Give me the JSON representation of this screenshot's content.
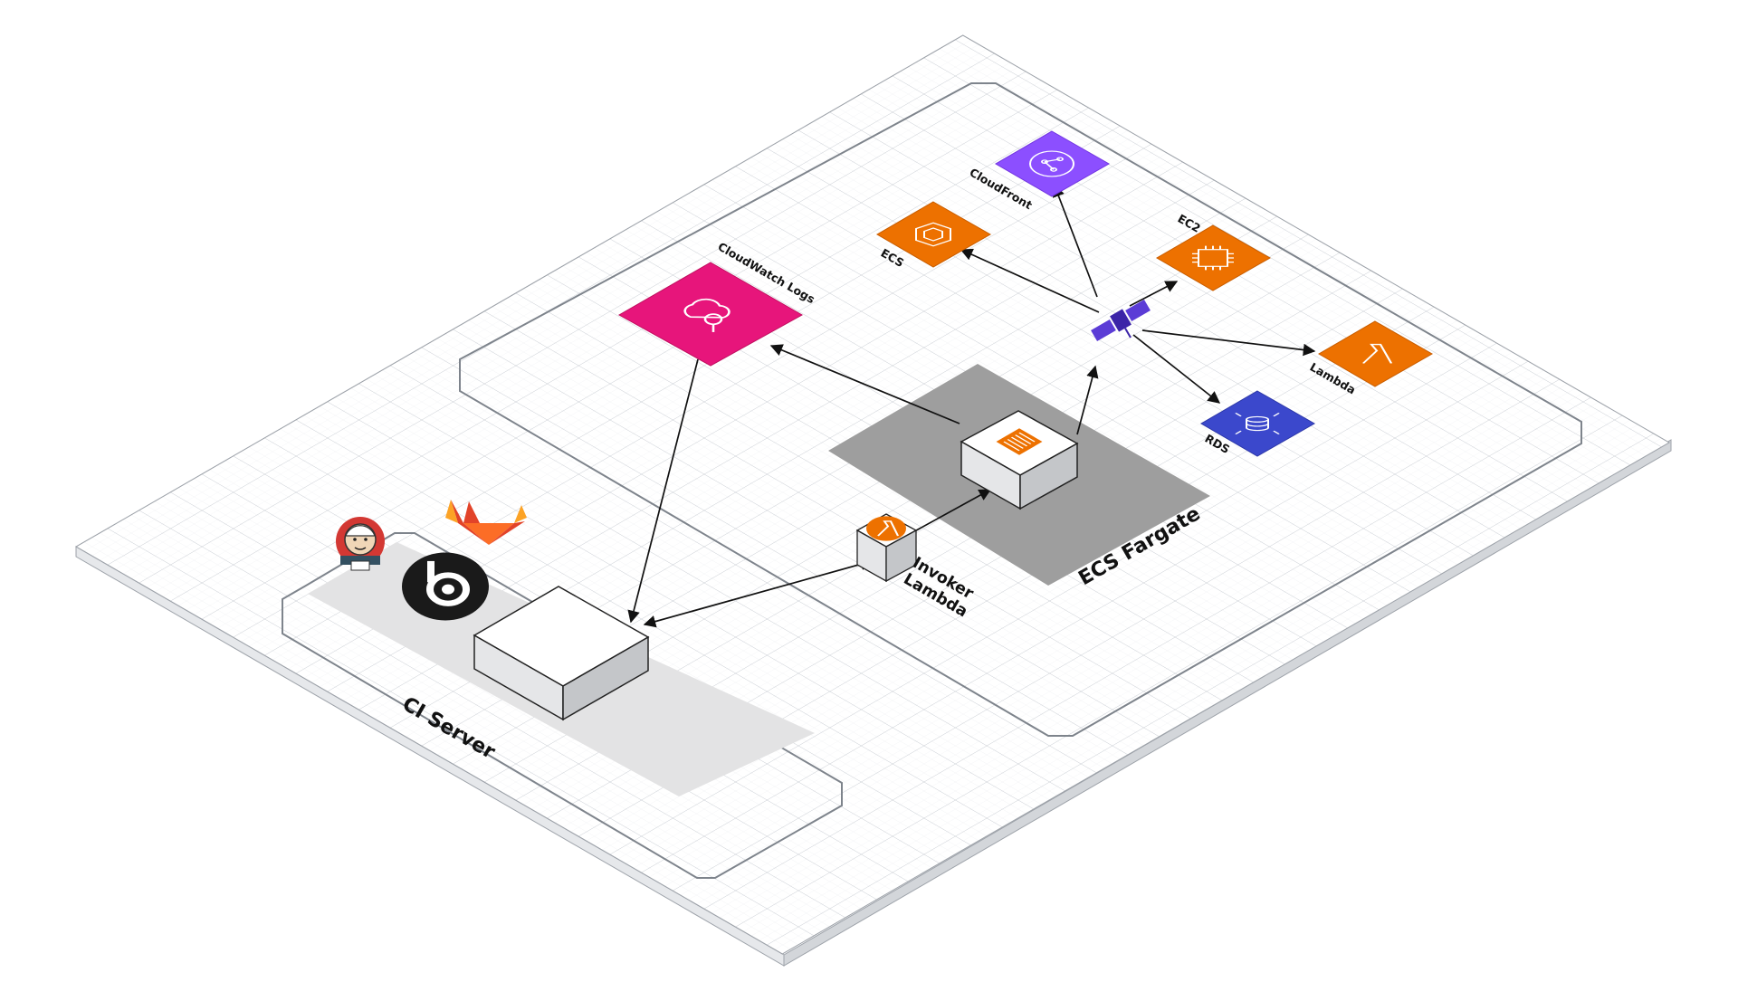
{
  "labels": {
    "cloudfront": "CloudFront",
    "ecs": "ECS",
    "ec2": "EC2",
    "lambda": "Lambda",
    "rds": "RDS",
    "cloudwatch_logs": "CloudWatch Logs",
    "invoker_lambda_line1": "Invoker",
    "invoker_lambda_line2": "Lambda",
    "ecs_fargate": "ECS Fargate",
    "ci_server": "CI Server"
  },
  "colors": {
    "cloudfront": "#8c4fff",
    "ecs": "#ed7100",
    "ec2": "#ed7100",
    "lambda": "#ed7100",
    "rds": "#3b48cc",
    "cloudwatch": "#e7157b",
    "fargate_zone": "#9e9e9e",
    "ci_zone": "#e3e3e4",
    "arrow": "#111111"
  },
  "icons": {
    "cloudfront": "cloudfront-icon",
    "ecs": "ecs-icon",
    "ec2": "ec2-icon",
    "lambda": "lambda-icon",
    "rds": "rds-icon",
    "cloudwatch": "cloudwatch-logs-icon",
    "invoker": "invoker-lambda-icon",
    "fargate_task": "fargate-task-icon",
    "satellite": "satellite-icon",
    "jenkins": "jenkins-icon",
    "gitlab": "gitlab-icon",
    "ci_tool": "ci-tool-icon"
  }
}
